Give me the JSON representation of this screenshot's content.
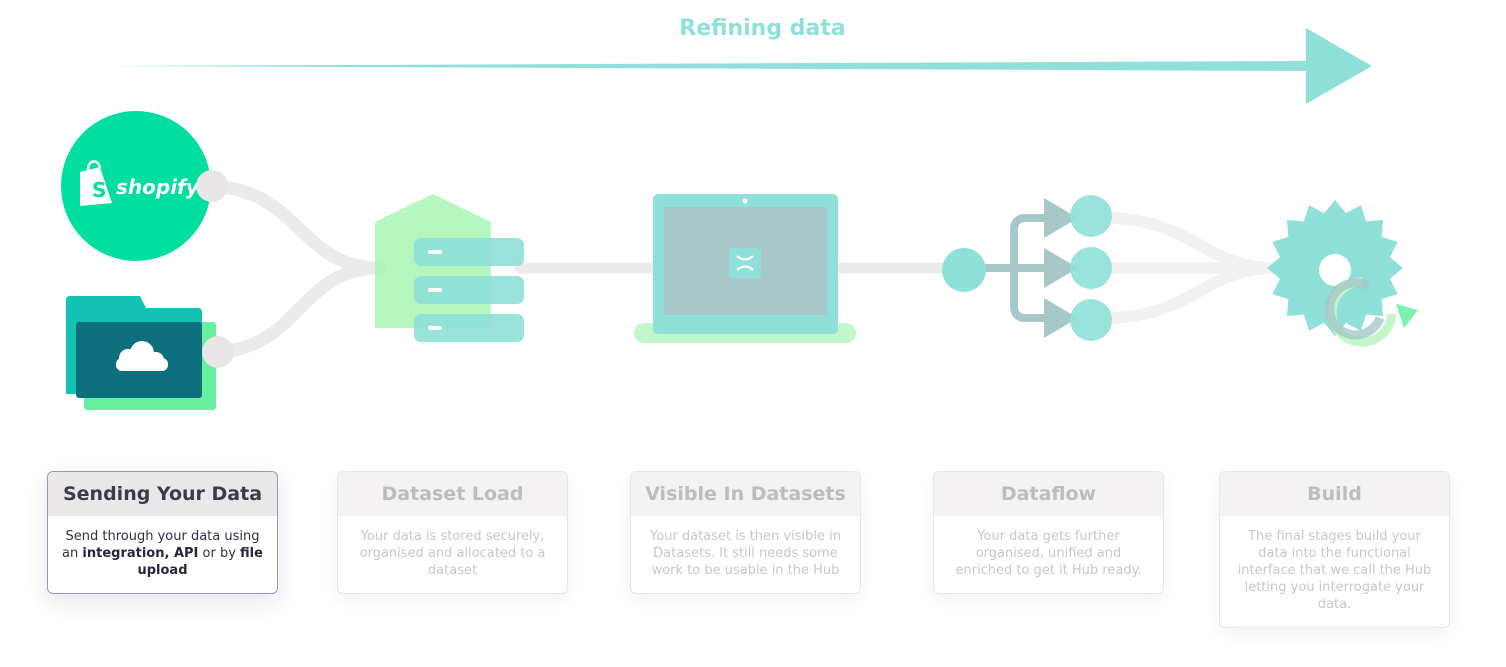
{
  "header": {
    "title": "Refining data"
  },
  "colors": {
    "teal": "#8ee0d8",
    "shopify_green": "#00dea0",
    "folder_back": "#14c2b4",
    "folder_front": "#0d6e7c",
    "light_green": "#a9f6b4",
    "connector_gray": "#e8e6e6",
    "slate": "#a8c7c8"
  },
  "sources": {
    "shopify_logo": "shopify",
    "folder_icon": "cloud-folder-icon"
  },
  "stages": [
    {
      "title": "Sending Your Data",
      "state": "active",
      "description_parts": [
        {
          "text": "Send through your data using an ",
          "bold": false
        },
        {
          "text": "integration, API",
          "bold": true
        },
        {
          "text": " or by ",
          "bold": false
        },
        {
          "text": "file upload",
          "bold": true
        }
      ]
    },
    {
      "title": "Dataset Load",
      "state": "faded",
      "description": "Your data is stored securely, organised and allocated to a dataset"
    },
    {
      "title": "Visible In Datasets",
      "state": "faded",
      "description": "Your dataset is then visible in Datasets. It still needs some work to be usable in the Hub"
    },
    {
      "title": "Dataflow",
      "state": "faded",
      "description": "Your data gets further organised, unified and enriched to get it Hub ready."
    },
    {
      "title": "Build",
      "state": "faded",
      "description": "The final stages build your data into the functional interface that we call the Hub letting you interrogate your data."
    }
  ]
}
